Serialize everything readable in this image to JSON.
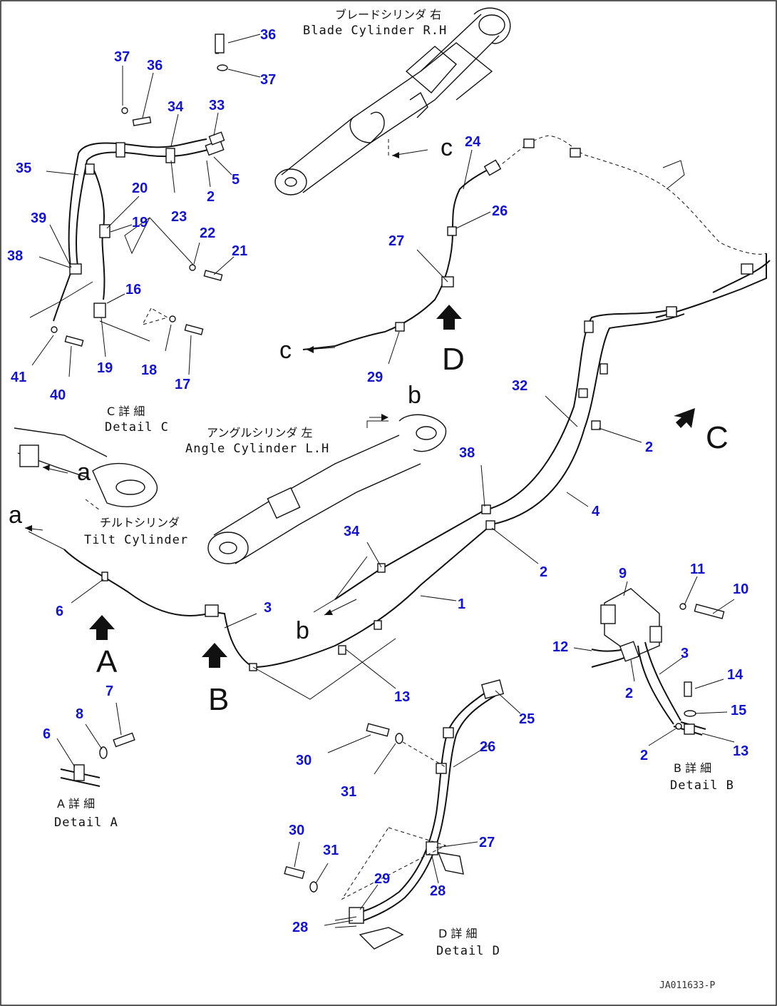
{
  "cylinders": {
    "blade_jp": "ブレードシリンダ 右",
    "blade_en": "Blade Cylinder R.H",
    "angle_jp": "アングルシリンダ 左",
    "angle_en": "Angle Cylinder L.H",
    "tilt_jp": "チルトシリンダ",
    "tilt_en": "Tilt Cylinder"
  },
  "details": {
    "a_jp": "A 詳 細",
    "a_en": "Detail A",
    "b_jp": "B 詳 細",
    "b_en": "Detail B",
    "c_jp": "C 詳 細",
    "c_en": "Detail C",
    "d_jp": "D 詳 細",
    "d_en": "Detail D"
  },
  "view_letters": {
    "A": "A",
    "B": "B",
    "C": "C",
    "D": "D",
    "a": "a",
    "b": "b",
    "c": "c"
  },
  "drawing_code": "JA011633-P",
  "part_numbers": {
    "c_37a": "37",
    "c_36a": "36",
    "c_34": "34",
    "c_33": "33",
    "c_35": "35",
    "c_20": "20",
    "c_19a": "19",
    "c_23": "23",
    "c_2": "2",
    "c_5": "5",
    "c_39": "39",
    "c_38": "38",
    "c_22": "22",
    "c_21": "21",
    "c_16": "16",
    "c_19b": "19",
    "c_18": "18",
    "c_17": "17",
    "c_41": "41",
    "c_40": "40",
    "t_36": "36",
    "t_37": "37",
    "m_24": "24",
    "m_26": "26",
    "m_27": "27",
    "m_29": "29",
    "m_32": "32",
    "m_2a": "2",
    "m_38": "38",
    "m_34": "34",
    "m_4": "4",
    "m_2b": "2",
    "m_1": "1",
    "m_3": "3",
    "m_6": "6",
    "m_13": "13",
    "a_7": "7",
    "a_8": "8",
    "a_6": "6",
    "b_9": "9",
    "b_11": "11",
    "b_10": "10",
    "b_12": "12",
    "b_3": "3",
    "b_14": "14",
    "b_2a": "2",
    "b_15": "15",
    "b_2b": "2",
    "b_13": "13",
    "d_25": "25",
    "d_26": "26",
    "d_30a": "30",
    "d_31a": "31",
    "d_27": "27",
    "d_30b": "30",
    "d_31b": "31",
    "d_29": "29",
    "d_28a": "28",
    "d_28b": "28"
  }
}
